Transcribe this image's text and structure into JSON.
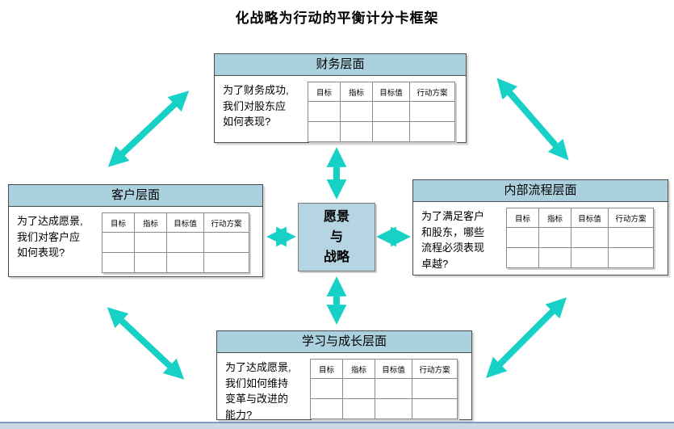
{
  "title": "化战略为行动的平衡计分卡框架",
  "colors": {
    "arrow": "#17D1C6",
    "header_fill": "#ABD0DE",
    "center_fill": "#B5D5E2",
    "box_border": "#4A4A4A",
    "table_border": "#8A8A8A",
    "footer_line": "#7F9DBD",
    "footer_fill": "#CBD8E6"
  },
  "center_box": {
    "lines": [
      "愿景",
      "与",
      "战略"
    ]
  },
  "score_table": {
    "headers": [
      "目标",
      "指标",
      "目标值",
      "行动方案"
    ],
    "empty_rows": 2
  },
  "perspectives": {
    "financial": {
      "title": "财务层面",
      "question": "为了财务成功,\n我们对股东应\n如何表现?"
    },
    "customer": {
      "title": "客户层面",
      "question": "为了达成愿景,\n我们对客户应\n如何表现?"
    },
    "internal": {
      "title": "内部流程层面",
      "question": "为了满足客户\n和股东，哪些\n流程必须表现\n卓越?"
    },
    "learning": {
      "title": "学习与成长层面",
      "question": "为了达成愿景,\n我们如何维持\n变革与改进的\n能力?"
    }
  }
}
